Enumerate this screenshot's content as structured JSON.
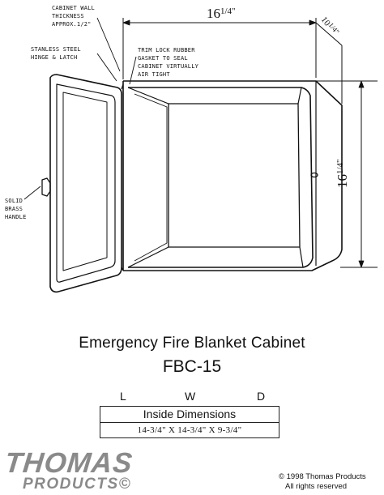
{
  "drawing": {
    "width_dim": "16",
    "width_frac": "1/4\"",
    "depth_dim": "10",
    "depth_frac": "1/4\"",
    "height_dim": "16",
    "height_frac": "1/4\"",
    "callouts": {
      "wall_line1": "CABINET WALL",
      "wall_line2": "THICKNESS",
      "wall_line3": "APPROX.1/2\"",
      "hinge_line1": "STANLESS STEEL",
      "hinge_line2": "HINGE & LATCH",
      "gasket_line1": "TRIM LOCK RUBBER",
      "gasket_line2": "GASKET TO SEAL",
      "gasket_line3": "CABINET VIRTUALLY",
      "gasket_line4": "AIR TIGHT",
      "handle_line1": "SOLID",
      "handle_line2": "BRASS",
      "handle_line3": "HANDLE"
    }
  },
  "product": {
    "title": "Emergency Fire Blanket Cabinet",
    "model": "FBC-15"
  },
  "dimensions": {
    "col_l": "L",
    "col_w": "W",
    "col_d": "D",
    "header": "Inside Dimensions",
    "values": "14-3/4\"  X  14-3/4\"  X  9-3/4\""
  },
  "brand": {
    "line1": "THOMAS",
    "line2": "PRODUCTS©"
  },
  "copyright": {
    "line1": "© 1998 Thomas Products",
    "line2": "All rights reserved"
  }
}
